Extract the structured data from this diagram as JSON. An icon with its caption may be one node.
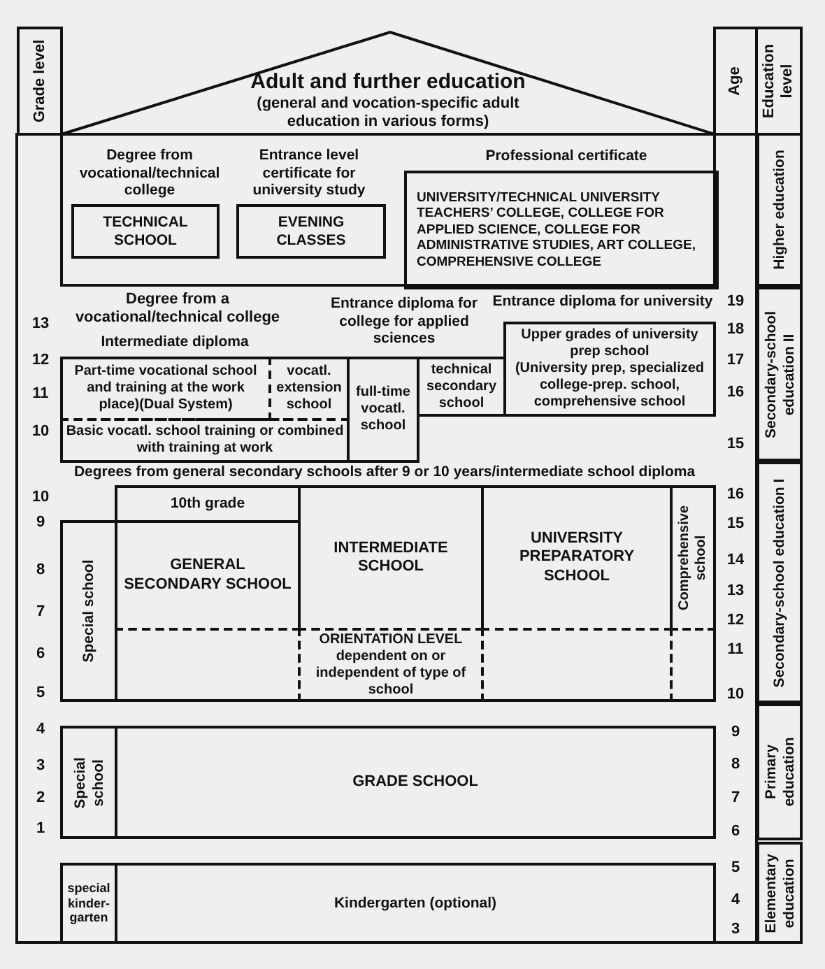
{
  "diagram": {
    "nodes": [
      {
        "text": [
          "Grade level"
        ]
      },
      {
        "text": [
          "Adult and further education",
          "(general and vocation-specific adult education in various forms)"
        ]
      },
      {
        "text": [
          "Age"
        ]
      },
      {
        "text": [
          "Education level"
        ]
      },
      {
        "text": [],
        "shape": "box"
      },
      {
        "text": [
          "TECHNICAL SCHOOL"
        ],
        "in": 4
      },
      {
        "text": [
          "EVENING CLASSES"
        ],
        "in": 4
      },
      {
        "text": [
          "UNIVERSITY/TECHNICAL UNIVERSITY TEACHERS’ COLLEGE, COLLEGE FOR APPLIED SCIENCE, COLLEGE FOR ADMINISTRATIVE STUDIES, ART COLLEGE, COMPREHENSIVE COLLEGE"
        ],
        "in": 4
      },
      {
        "text": [
          "Part-time vocational school and training at the work place)(Dual System)"
        ]
      },
      {
        "text": [
          "vocatl. extension school"
        ]
      },
      {
        "text": [
          "Basic vocatl. school training or combined with training at work"
        ]
      },
      {
        "text": [
          "full-time vocatl. school"
        ]
      },
      {
        "text": [
          "technical secondary school"
        ]
      },
      {
        "text": [
          "Upper grades of university prep school",
          "(University prep, specialized college-prep. school, comprehensive school"
        ]
      },
      {
        "text": [
          "Special school"
        ]
      },
      {
        "text": [
          "10th grade"
        ]
      },
      {
        "text": [
          "GENERAL SECONDARY SCHOOL"
        ]
      },
      {
        "text": [
          "INTERMEDIATE SCHOOL"
        ]
      },
      {
        "text": [
          "UNIVERSITY PREPARATORY SCHOOL"
        ]
      },
      {
        "text": [
          "Comprehensive school"
        ]
      },
      {
        "text": [],
        "shape": "box"
      },
      {
        "text": [
          "ORIENTATION LEVEL",
          "dependent on or independent of type of school"
        ]
      },
      {
        "text": [],
        "shape": "box"
      },
      {
        "text": [],
        "shape": "box"
      },
      {
        "text": [
          "Special school"
        ]
      },
      {
        "text": [
          "GRADE SCHOOL"
        ]
      },
      {
        "text": [
          "special kinder-garten"
        ]
      },
      {
        "text": [
          "Kindergarten (optional)"
        ]
      },
      {
        "text": [
          "Higher education"
        ]
      },
      {
        "text": [
          "Secondary-school education II"
        ]
      },
      {
        "text": [
          "Secondary-school education I"
        ]
      },
      {
        "text": [
          "Primary education"
        ]
      },
      {
        "text": [
          "Elementary education"
        ]
      }
    ],
    "labels": [
      "Degree from vocational/technical college",
      "Entrance level certificate for university study",
      "Professional certificate",
      "Degree from a vocational/technical college",
      "Intermediate diploma",
      "Entrance diploma for college for applied sciences",
      "Entrance diploma for university",
      "Degrees from general secondary schools after 9 or 10 years/intermediate school diploma",
      "13",
      "12",
      "11",
      "10",
      "10",
      "9",
      "8",
      "7",
      "6",
      "5",
      "4",
      "3",
      "2",
      "1",
      "19",
      "18",
      "17",
      "16",
      "15",
      "16",
      "15",
      "14",
      "13",
      "12",
      "11",
      "10",
      "9",
      "8",
      "7",
      "6",
      "5",
      "4",
      "3"
    ]
  }
}
